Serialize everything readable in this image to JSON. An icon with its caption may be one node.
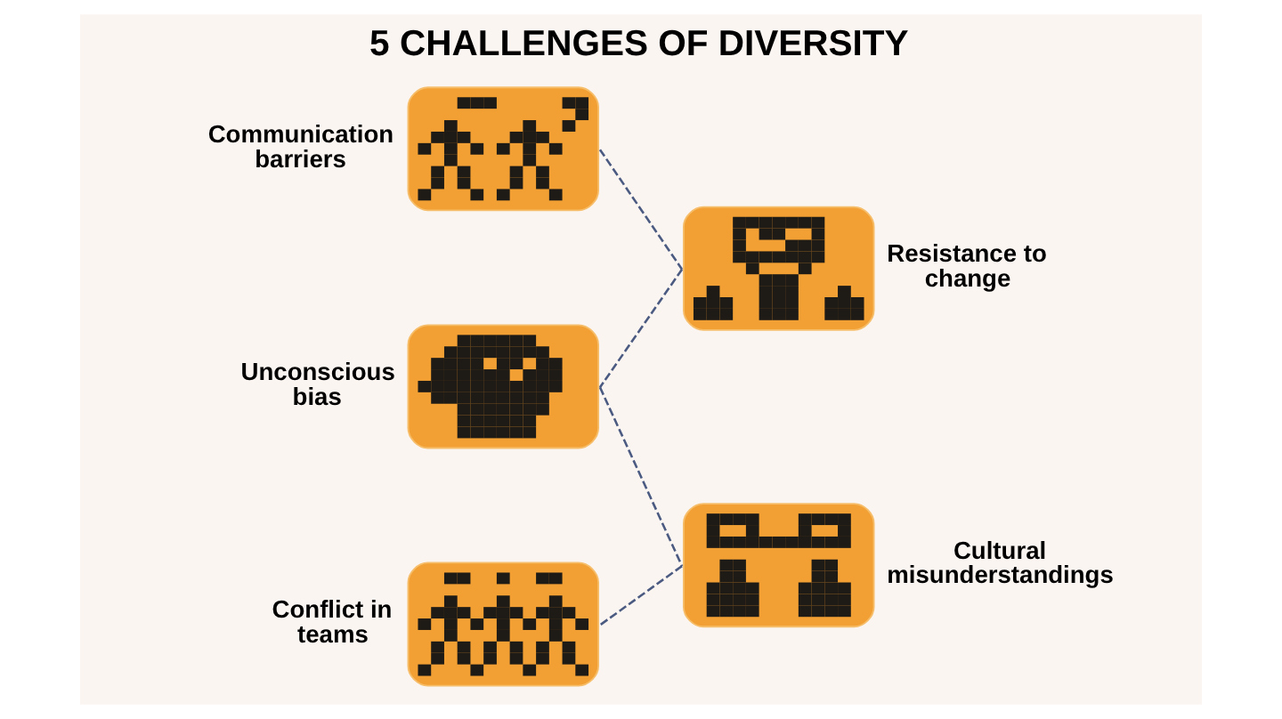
{
  "diagram": {
    "title": "5 CHALLENGES OF DIVERSITY",
    "nodes": [
      {
        "text": [],
        "shape": "picture",
        "beside": [
          "Communication barriers"
        ]
      },
      {
        "text": [],
        "shape": "picture",
        "beside": [
          "Resistance to change"
        ]
      },
      {
        "text": [],
        "shape": "picture",
        "beside": [
          "Unconscious bias"
        ]
      },
      {
        "text": [],
        "shape": "picture",
        "beside": [
          "Cultural misunderstandings"
        ]
      },
      {
        "text": [],
        "shape": "picture",
        "beside": [
          "Conflict in teams"
        ]
      }
    ],
    "edges": [
      {
        "from": 0,
        "to": 1,
        "arrow": "none",
        "style": "dashed"
      },
      {
        "from": 1,
        "to": 2,
        "arrow": "none",
        "style": "dashed"
      },
      {
        "from": 2,
        "to": 3,
        "arrow": "none",
        "style": "dashed"
      },
      {
        "from": 3,
        "to": 4,
        "arrow": "none",
        "style": "dashed"
      }
    ]
  }
}
